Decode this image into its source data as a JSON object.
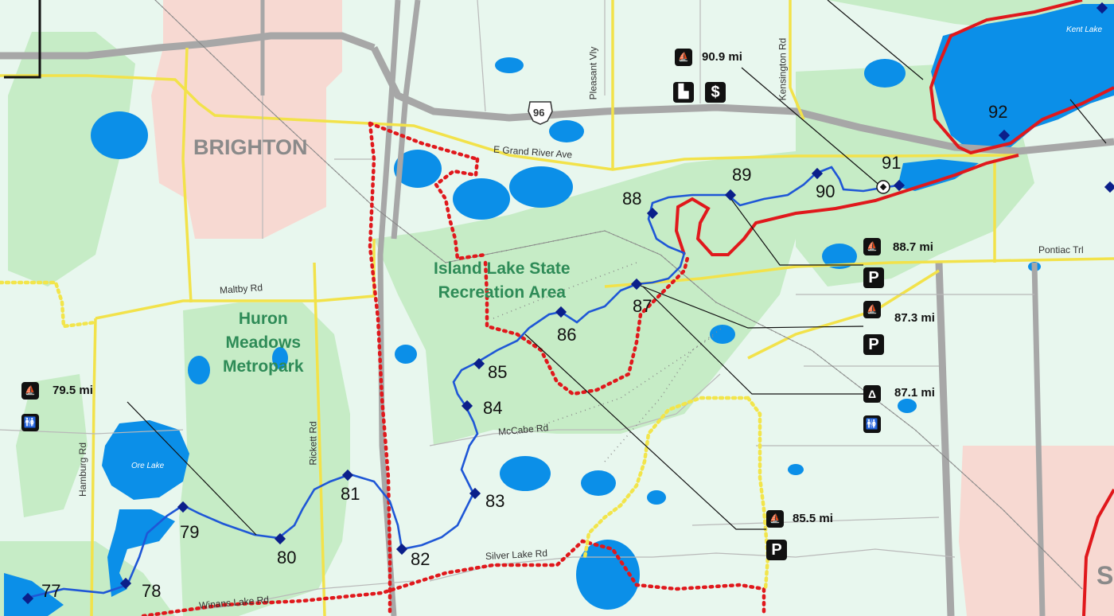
{
  "places": {
    "city": "BRIGHTON",
    "island_lake": "Island Lake State\nRecreation Area",
    "huron_meadows": "Huron\nMeadows\nMetropark",
    "kent_lake": "Kent Lake",
    "ore_lake": "Ore Lake"
  },
  "roads": {
    "i96": "96",
    "grand_river": "E Grand River Ave",
    "pleasant_vly": "Pleasant Vly",
    "kensington": "Kensington Rd",
    "pontiac": "Pontiac Trl",
    "maltby": "Maltby Rd",
    "mccabe": "McCabe Rd",
    "hamburg": "Hamburg Rd",
    "rickett": "Rickett Rd",
    "silver_lake": "Silver Lake Rd",
    "winans": "Winans Lake Rd"
  },
  "mile_markers": [
    "77",
    "78",
    "79",
    "80",
    "81",
    "82",
    "83",
    "84",
    "85",
    "86",
    "87",
    "88",
    "89",
    "90",
    "91",
    "92"
  ],
  "access_points": [
    {
      "distance": "90.9 mi",
      "icons": [
        "canoe-icon",
        "boat-launch-icon",
        "fee-icon"
      ]
    },
    {
      "distance": "88.7 mi",
      "icons": [
        "canoe-icon",
        "parking-icon"
      ]
    },
    {
      "distance": "87.3 mi",
      "icons": [
        "canoe-icon",
        "parking-icon"
      ]
    },
    {
      "distance": "87.1 mi",
      "icons": [
        "camping-icon",
        "restroom-icon"
      ]
    },
    {
      "distance": "85.5 mi",
      "icons": [
        "canoe-icon",
        "parking-icon"
      ]
    },
    {
      "distance": "79.5 mi",
      "icons": [
        "canoe-icon",
        "restroom-icon"
      ]
    }
  ],
  "icon_glyphs": {
    "parking": "P",
    "fee": "$",
    "camping": "Δ"
  },
  "colors": {
    "land": "#e8f7ee",
    "park": "#c6ecc6",
    "urban": "#f7d9d2",
    "water": "#0b8fe8",
    "river": "#1f57d6",
    "trail_red": "#e0181c",
    "trail_dotted_red": "#e0181c",
    "trail_dotted_yellow": "#f2e54b",
    "road_major": "#f2e24a",
    "highway": "#a7a7a7",
    "marker": "#0b1f8a"
  }
}
